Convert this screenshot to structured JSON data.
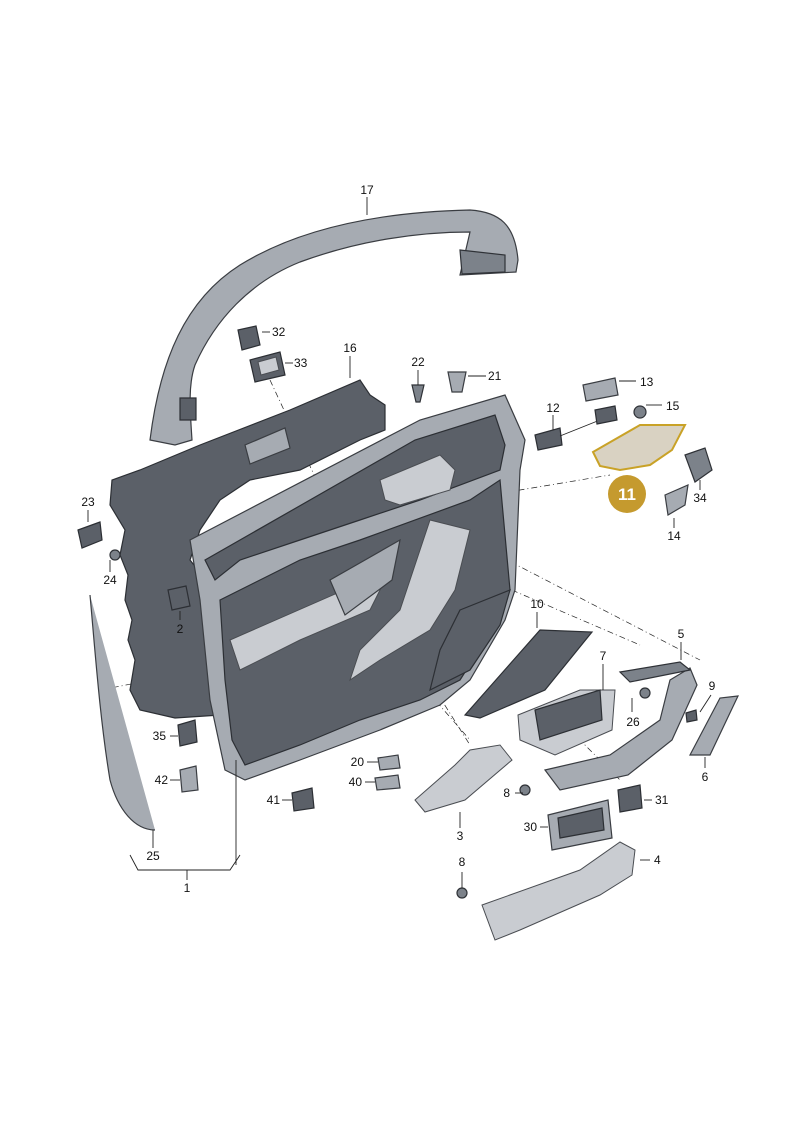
{
  "highlight": {
    "number": "11",
    "color": "#c59a2e"
  },
  "labels": {
    "p1": "1",
    "p2": "2",
    "p3": "3",
    "p4": "4",
    "p5": "5",
    "p6": "6",
    "p7": "7",
    "p8a": "8",
    "p8b": "8",
    "p9": "9",
    "p10": "10",
    "p12": "12",
    "p13": "13",
    "p14": "14",
    "p15": "15",
    "p16": "16",
    "p17": "17",
    "p20": "20",
    "p21": "21",
    "p22": "22",
    "p23": "23",
    "p24": "24",
    "p25": "25",
    "p26": "26",
    "p30": "30",
    "p31": "31",
    "p32": "32",
    "p33": "33",
    "p34": "34",
    "p35": "35",
    "p40": "40",
    "p41": "41",
    "p42": "42"
  }
}
